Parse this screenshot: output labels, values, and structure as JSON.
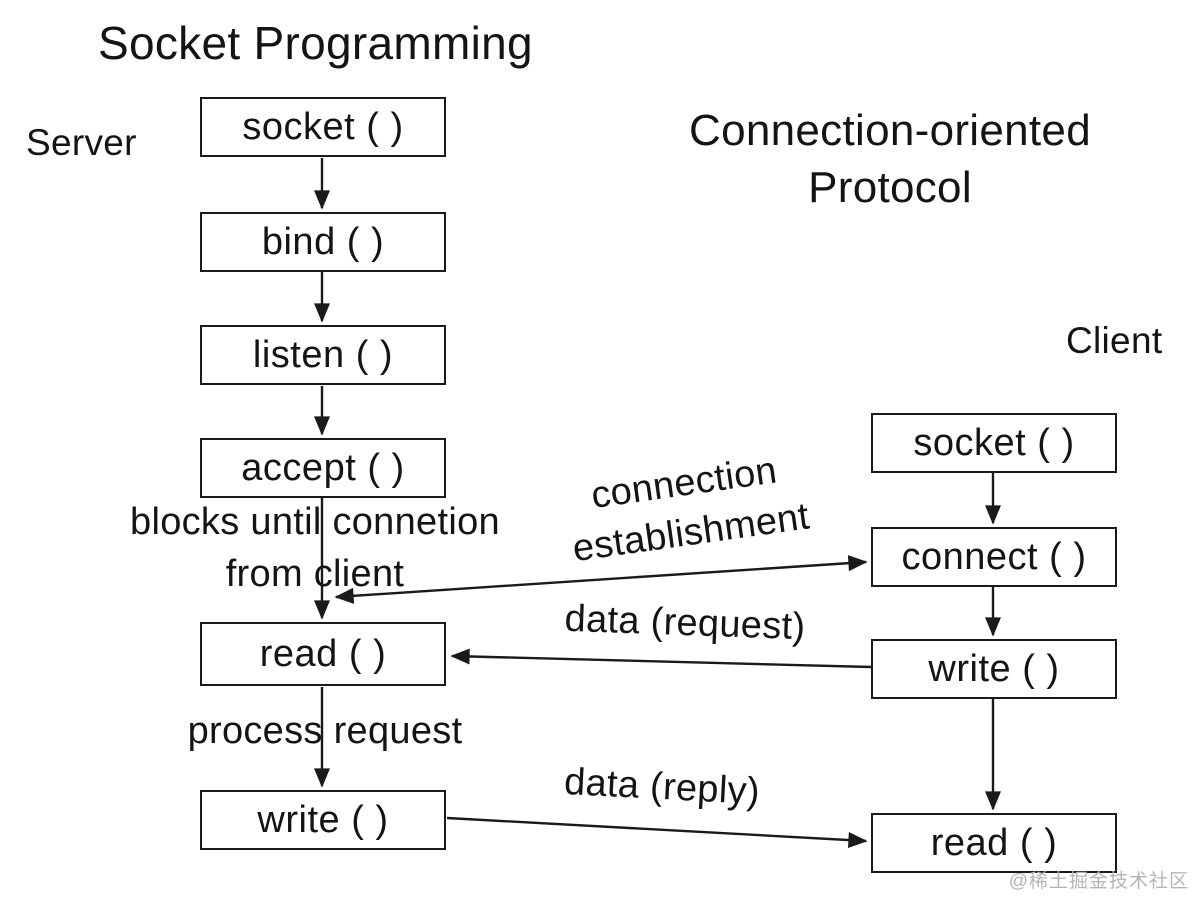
{
  "title": "Socket Programming",
  "subtitle": {
    "line1": "Connection-oriented",
    "line2": "Protocol"
  },
  "columns": {
    "server_label": "Server",
    "client_label": "Client"
  },
  "server_flow": {
    "socket": "socket ( )",
    "bind": "bind ( )",
    "listen": "listen ( )",
    "accept": "accept ( )",
    "read": "read ( )",
    "write": "write ( )"
  },
  "client_flow": {
    "socket": "socket ( )",
    "connect": "connect ( )",
    "write": "write ( )",
    "read": "read ( )"
  },
  "annotations": {
    "blocks_note_line1": "blocks until connetion",
    "blocks_note_line2": "from client",
    "conn_est_line1": "connection",
    "conn_est_line2": "establishment",
    "data_request": "data (request)",
    "process_request": "process request",
    "data_reply": "data (reply)"
  },
  "watermark": "@稀土掘金技术社区",
  "colors": {
    "ink": "#1a1a1a",
    "watermark": "#b5b5b5",
    "background": "#ffffff"
  }
}
